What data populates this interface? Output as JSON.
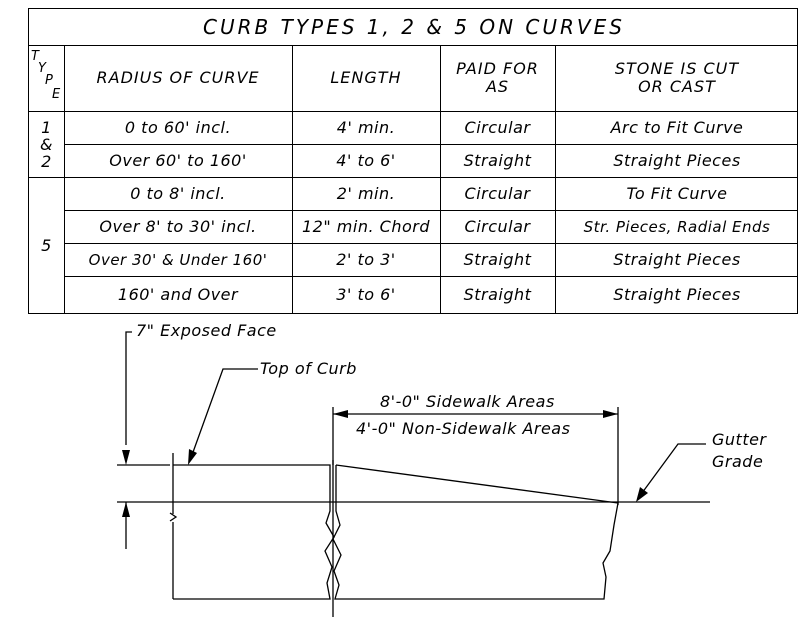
{
  "table": {
    "title": "CURB TYPES 1, 2 & 5 ON CURVES",
    "headers": {
      "type": "TYPE",
      "type_letters": [
        "T",
        "Y",
        "P",
        "E"
      ],
      "radius": "RADIUS OF CURVE",
      "length": "LENGTH",
      "paid_line1": "PAID FOR",
      "paid_line2": "AS",
      "stone_line1": "STONE IS CUT",
      "stone_line2": "OR CAST"
    },
    "groups": [
      {
        "type_lines": [
          "1",
          "&",
          "2"
        ],
        "rows": [
          {
            "radius": "0 to 60' incl.",
            "length": "4' min.",
            "paid": "Circular",
            "stone": "Arc to Fit Curve"
          },
          {
            "radius": "Over 60' to 160'",
            "length": "4' to 6'",
            "paid": "Straight",
            "stone": "Straight Pieces"
          }
        ]
      },
      {
        "type_lines": [
          "5"
        ],
        "rows": [
          {
            "radius": "0 to 8' incl.",
            "length": "2' min.",
            "paid": "Circular",
            "stone": "To Fit Curve"
          },
          {
            "radius": "Over 8' to 30' incl.",
            "length": "12\" min. Chord",
            "paid": "Circular",
            "stone": "Str. Pieces, Radial Ends"
          },
          {
            "radius": "Over 30' & Under 160'",
            "length": "2' to 3'",
            "paid": "Straight",
            "stone": "Straight Pieces"
          },
          {
            "radius": "160' and Over",
            "length": "3' to 6'",
            "paid": "Straight",
            "stone": "Straight Pieces"
          }
        ]
      }
    ]
  },
  "diagram": {
    "exposed_face": "7\" Exposed Face",
    "top_of_curb": "Top of Curb",
    "sidewalk_areas": "8'-0\" Sidewalk Areas",
    "non_sidewalk_areas": "4'-0\" Non-Sidewalk Areas",
    "gutter_line1": "Gutter",
    "gutter_line2": "Grade"
  }
}
